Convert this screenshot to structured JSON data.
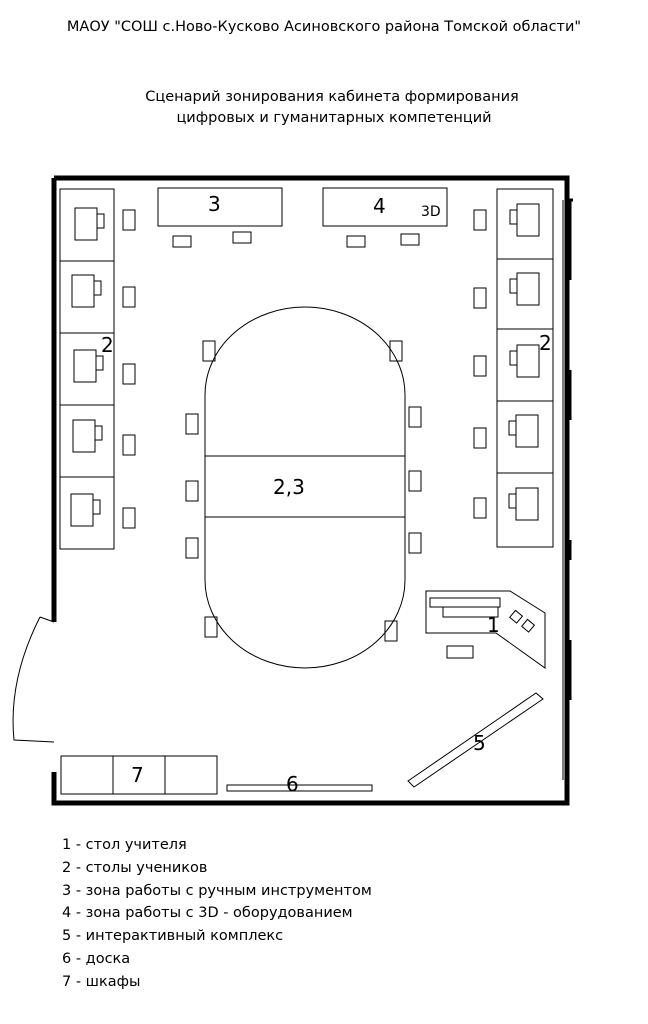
{
  "header": {
    "school": "МАОУ \"СОШ с.Ново-Кусково Асиновского района Томской области\"",
    "title_line1": "Сценарий зонирования кабинета формирования",
    "title_line2": "цифровых и гуманитарных компетенций"
  },
  "plan": {
    "zone_3": "3",
    "zone_4": "4",
    "zone_4_tag": "3D",
    "zone_2_left": "2",
    "zone_2_right": "2",
    "zone_23": "2,3",
    "zone_1": "1",
    "zone_5": "5",
    "zone_6": "6",
    "zone_7": "7"
  },
  "legend": [
    "1 - стол учителя",
    "2 - столы учеников",
    "3 - зона работы с ручным инструментом",
    "4 - зона работы с 3D - оборудованием",
    "5 - интерактивный комплекс",
    "6 - доска",
    "7 - шкафы"
  ]
}
